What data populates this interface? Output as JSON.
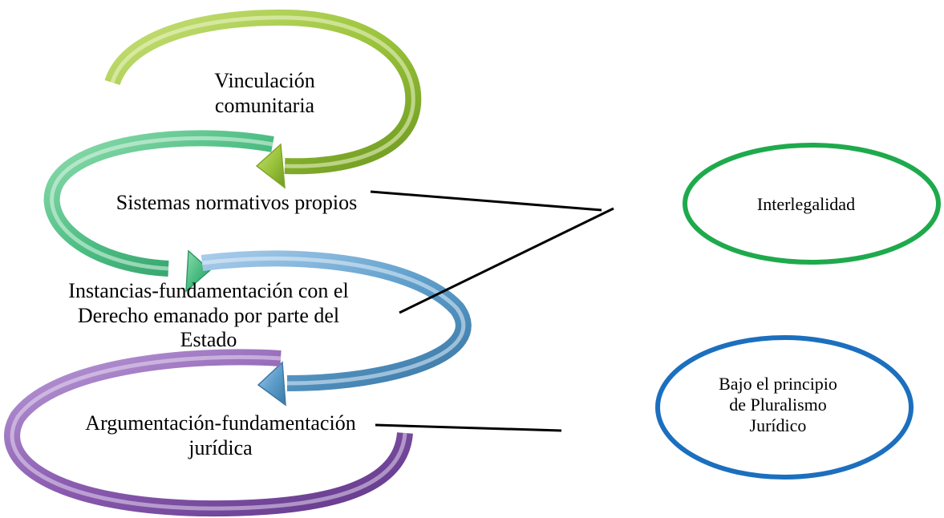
{
  "cycle_steps": [
    {
      "label": "Vinculación\ncomunitaria",
      "color": "#9cc43c"
    },
    {
      "label": "Sistemas normativos propios",
      "color": "#4cbd83"
    },
    {
      "label": "Instancias-fundamentación con el\nDerecho emanado por parte del\nEstado",
      "color": "#5e9ecb"
    },
    {
      "label": "Argumentación-fundamentación\njurídica",
      "color": "#8a5bb0"
    }
  ],
  "outcomes": [
    {
      "label": "Interlegalidad",
      "color": "#1eaa4c"
    },
    {
      "label": "Bajo el principio\nde Pluralismo\nJurídico",
      "color": "#1c6fbe"
    }
  ],
  "connector_color": "#000000"
}
